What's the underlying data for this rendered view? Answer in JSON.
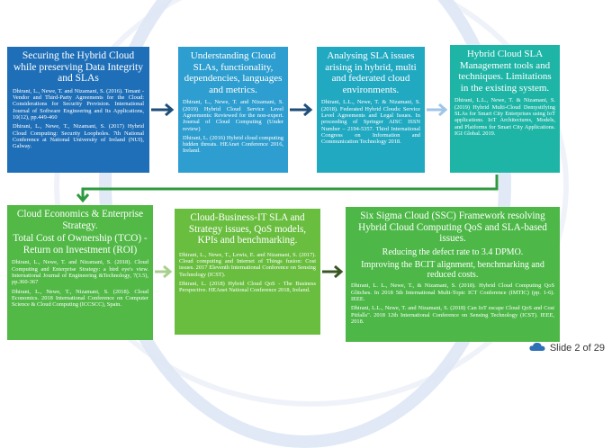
{
  "colors": {
    "ring": "#c9d7ee",
    "arrow_dark": "#1f4e79",
    "arrow_green": "#2e9a3e",
    "arrow_light": "#9fc5e8"
  },
  "row1": [
    {
      "title": "Securing the Hybrid Cloud while preserving Data Integrity and SLAs",
      "refs": [
        "Dhirani, L., Newe, T. and Nizamani, S. (2016). Tenant - Vendor and Third-Party Agreements for the Cloud: Considerations for Security Provision. International Journal of Software Engineering and Its Applications, 10(12), pp.449-460",
        "Dhirani, L., Newe, T., Nizamani, S. (2017) Hybrid Cloud Computing: Security Loopholes. 7th National Conference at National University of Ireland (NUI), Galway."
      ]
    },
    {
      "title": "Understanding Cloud SLAs, functionality, dependencies, languages and metrics.",
      "refs": [
        "Dhirani, L., Newe, T. and Nizamani, S. (2019) Hybrid Cloud Service Level Agreements: Reviewed for the non-expert. Journal of Cloud Computing (Under review)",
        "Dhirani, L. (2016) Hybrid cloud computing hidden threats. HEAnet Conference 2016, Ireland."
      ]
    },
    {
      "title": "Analysing SLA issues arising in hybrid, multi and federated cloud environments.",
      "refs": [
        "Dhirani, L.L., Newe, T. & Nizamani, S. (2018). Federated Hybrid Clouds: Service Level Agreements and Legal Issues. In proceeding of Springer AISC ISSN Number – 2194-5357. Third International Congress on Information and Communication Technology 2018."
      ]
    },
    {
      "title": "Hybrid Cloud SLA Management tools and techniques. Limitations in the existing system.",
      "refs": [
        "Dhirani, L.L., Newe, T. & Nizamani, S. (2019) Hybrid Multi-Cloud Demystifying SLAs for Smart City Enterprises using IoT applications. IoT Architectures, Models, and Platforms for Smart City Applications. IGI Global. 2019."
      ]
    }
  ],
  "row2": [
    {
      "titles": [
        "Cloud Economics & Enterprise Strategy.",
        "Total Cost of Ownership (TCO) - Return on Investment (ROI)"
      ],
      "refs": [
        "Dhirani, L., Newe, T. and Nizamani, S. (2018). Cloud Computing and Enterprise Strategy: a bird eye's view. International Journal of Engineering &Technology, 7(3.5), pp.360-367",
        "Dhirani, L., Newe, T., Nizamani, S. (2018). Cloud Economics. 2018 International Conference on Computer Science & Cloud Computing (ICCSCC), Spain."
      ]
    },
    {
      "titles": [
        "Cloud-Business-IT SLA and Strategy issues, QoS models, KPIs and benchmarking."
      ],
      "refs": [
        "Dhirani, L., Newe, T., Lewis, E. and Nizamani, S. (2017). Cloud computing and Internet of Things fusion: Cost issues. 2017 Eleventh International Conference on Sensing Technology (ICST).",
        "Dhirani, L. (2018) Hybrid Cloud QoS - The Business Perspective. HEAnet National Conference 2018, Ireland."
      ]
    },
    {
      "titles": [
        "Six Sigma Cloud (SSC) Framework resolving Hybrid Cloud Computing QoS and SLA-based issues.",
        "Reducing the defect rate to 3.4 DPMO.",
        "Improving the BCIT alignment, benchmarking and reduced costs."
      ],
      "refs": [
        "Dhirani, L. L., Newe, T., & Nizamani, S. (2018). Hybrid Cloud Computing QoS Glitches. In 2018 5th International Multi-Topic ICT Conference (IMTIC) (pp. 1-6). IEEE.",
        "Dhirani, L.L., Newe, T. and Nizamani, S. (2018) Can IoT escape Cloud QoS and Cost Pitfalls\". 2018 12th International Conference on Sensing Technology (ICST). IEEE, 2018."
      ]
    }
  ],
  "footer": {
    "slide_label": "Slide 2 of 29",
    "icon": "cloud-icon"
  }
}
